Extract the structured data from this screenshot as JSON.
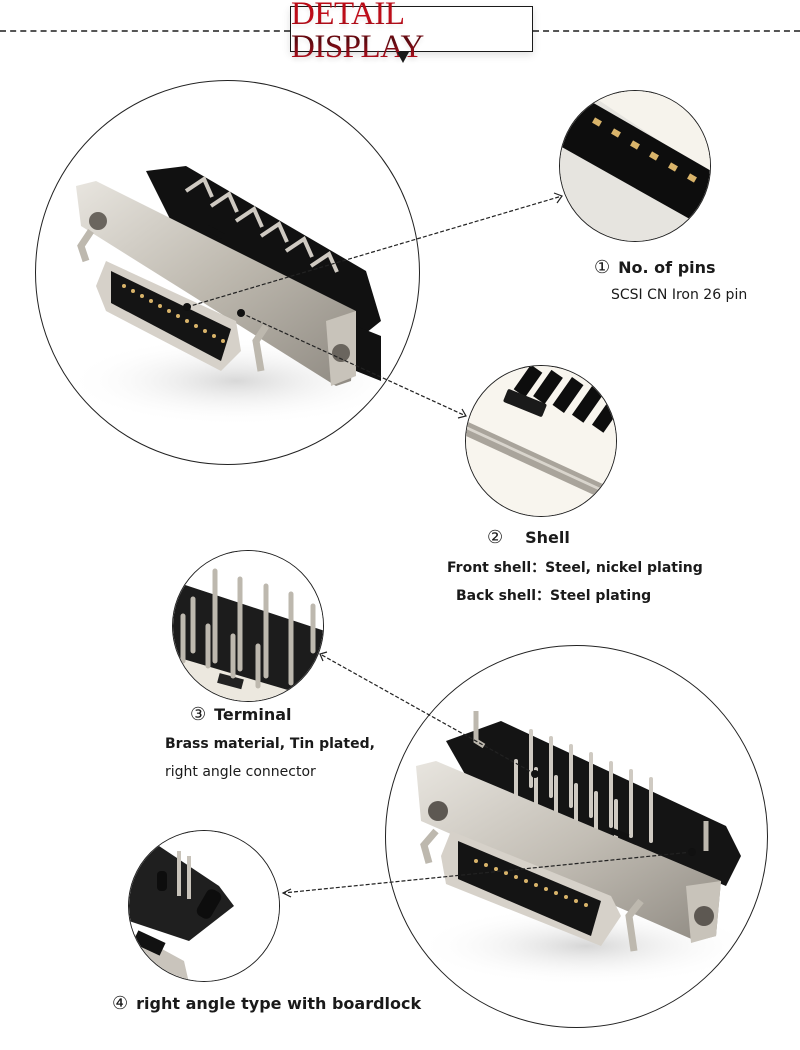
{
  "header": {
    "title": "DETAIL DISPLAY"
  },
  "features": [
    {
      "number": "①",
      "title": "No. of pins",
      "lines": [
        "SCSI CN Iron 26 pin"
      ]
    },
    {
      "number": "②",
      "title": "Shell",
      "lines": [
        "Front shell：Steel, nickel plating",
        "Back shell：Steel plating"
      ]
    },
    {
      "number": "③",
      "title": "Terminal",
      "lines": [
        "Brass material, Tin plated,",
        "right angle connector"
      ]
    },
    {
      "number": "④",
      "title": "right angle type with boardlock",
      "lines": []
    }
  ],
  "images": {
    "main_top": "SCSI 26-pin connector, front view",
    "detail_pins": "Close-up of gold pins",
    "detail_shell": "Close-up of nickel-plated shell edge",
    "detail_terminal": "Close-up of right-angle terminals",
    "detail_boardlock": "Close-up of boardlock",
    "main_bottom": "SCSI 26-pin connector, rear view with terminals"
  },
  "colors": {
    "title_red": "#c80f1c",
    "outline": "#222222",
    "shell_metal": "#c9c4bc",
    "plastic_black": "#141414",
    "pin_gold": "#d9b46a"
  }
}
